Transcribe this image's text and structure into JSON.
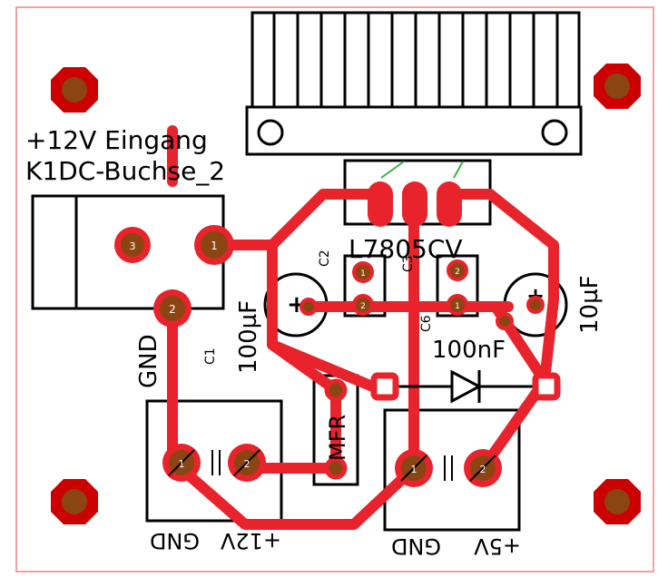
{
  "title_lines": [
    "+12V Eingang",
    "K1DC-Buchse_2"
  ],
  "regulator_label": "L7805CV",
  "labels": {
    "gnd_left": "GND",
    "c1": "C1",
    "c1_value": "100µF",
    "c2_value": "10µF",
    "c3_value": "100nF",
    "c_vert_a": "C2",
    "c_vert_b": "C3",
    "cfr": "C6",
    "mfr": "MFR",
    "term_left_gnd": "GND",
    "term_left_12v": "+12V",
    "term_right_gnd": "GND",
    "term_right_5v": "+5V"
  },
  "pad_numbers": {
    "jack_3": "3",
    "jack_1": "1",
    "jack_2": "2",
    "cap_a_1": "1",
    "cap_a_2": "2",
    "cap_b_1": "1",
    "cap_b_2": "2",
    "t1_1": "1",
    "t1_2": "2",
    "t2_1": "1",
    "t2_2": "2"
  },
  "colors": {
    "copper": "#e8232b",
    "pad": "#8b4513",
    "mount_ring": "#cc0000",
    "mount_center": "#8b4513",
    "outline": "#f0a0a0",
    "silk": "#000000"
  }
}
